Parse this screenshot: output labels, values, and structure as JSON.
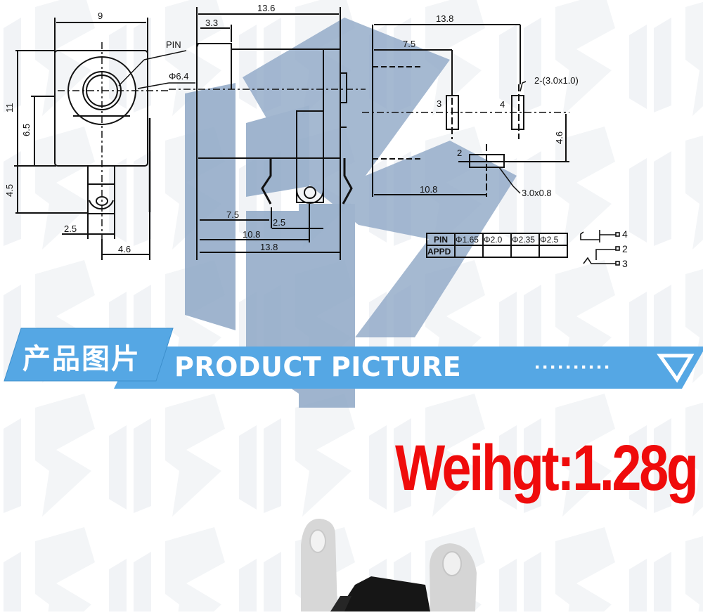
{
  "drawing": {
    "front_view": {
      "width_dim": "9",
      "height_dim": "11",
      "center_dim": "6.5",
      "tab_dim": "4.5",
      "tab_width_dim": "2.5",
      "offset_dim": "4.6",
      "pin_label": "PIN",
      "diameter_label": "Φ6.4"
    },
    "side_view": {
      "overall_dim": "13.6",
      "collar_dim": "3.3",
      "dim_7_5": "7.5",
      "dim_2_5": "2.5",
      "dim_10_8": "10.8",
      "dim_13_8": "13.8"
    },
    "footprint": {
      "overall_dim": "13.8",
      "dim_7_5": "7.5",
      "dim_10_8": "10.8",
      "dim_4_6": "4.6",
      "pad3_label": "3",
      "pad4_label": "4",
      "pad2_label": "2",
      "pad_note": "2-(3.0x1.0)",
      "pad2_note": "3.0x0.8"
    },
    "pin_table": {
      "headers": [
        "PIN",
        "Φ1.65",
        "Φ2.0",
        "Φ2.35",
        "Φ2.5"
      ],
      "row_label": "APPD",
      "row_values": [
        "",
        "",
        "",
        ""
      ]
    },
    "schematic": {
      "terminals": [
        "4",
        "2",
        "3"
      ]
    }
  },
  "banner": {
    "title_cn": "产品图片",
    "title_en": "PRODUCT PICTURE",
    "dots": "··········",
    "accent_color": "#55a7e4",
    "icon": "triangle-down-icon"
  },
  "weight": {
    "label": "Weihgt:1.28g",
    "color": "#ef0b0b"
  },
  "photo": {
    "subject": "dc-power-jack-photo"
  },
  "colors": {
    "watermark_logo": "#8fa8c6",
    "watermark_pattern": "#f2f4f6",
    "drawing_line": "#111111"
  }
}
